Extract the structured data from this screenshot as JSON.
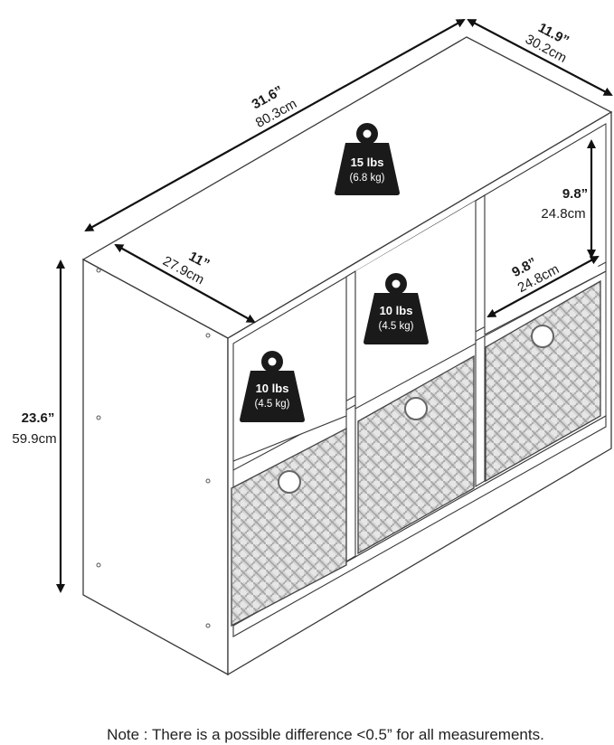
{
  "dimensions": {
    "width_in": "31.6”",
    "width_cm": "80.3cm",
    "depth_in": "11.9”",
    "depth_cm": "30.2cm",
    "height_in": "23.6”",
    "height_cm": "59.9cm",
    "cube_width_in": "11”",
    "cube_width_cm": "27.9cm",
    "cube_height_in": "9.8”",
    "cube_height_cm": "24.8cm",
    "cube_depth_in": "9.8”",
    "cube_depth_cm": "24.8cm"
  },
  "weights": {
    "top_lbs": "15 lbs",
    "top_kg": "(6.8 kg)",
    "middle_lbs": "10 lbs",
    "middle_kg": "(4.5 kg)",
    "left_lbs": "10 lbs",
    "left_kg": "(4.5 kg)"
  },
  "note": "Note : There is a possible difference <0.5” for all measurements."
}
